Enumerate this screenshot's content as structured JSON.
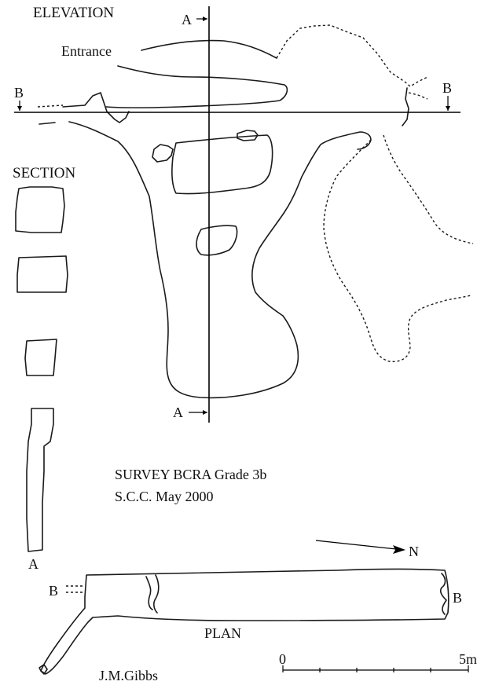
{
  "elevation": {
    "title": "ELEVATION",
    "entrance_label": "Entrance",
    "section_a_top_label": "A",
    "section_a_bottom_label": "A",
    "section_b_left_label": "B",
    "section_b_right_label": "B"
  },
  "section": {
    "title": "SECTION",
    "a_label": "A"
  },
  "survey_info": {
    "line1": "SURVEY  BCRA  Grade  3b",
    "line2": "S.C.C.  May 2000"
  },
  "plan": {
    "title": "PLAN",
    "b_left_label": "B",
    "b_right_label": "B",
    "north_label": "N"
  },
  "scale_bar": {
    "start_label": "0",
    "end_label": "5m"
  },
  "author": "J.M.Gibbs"
}
